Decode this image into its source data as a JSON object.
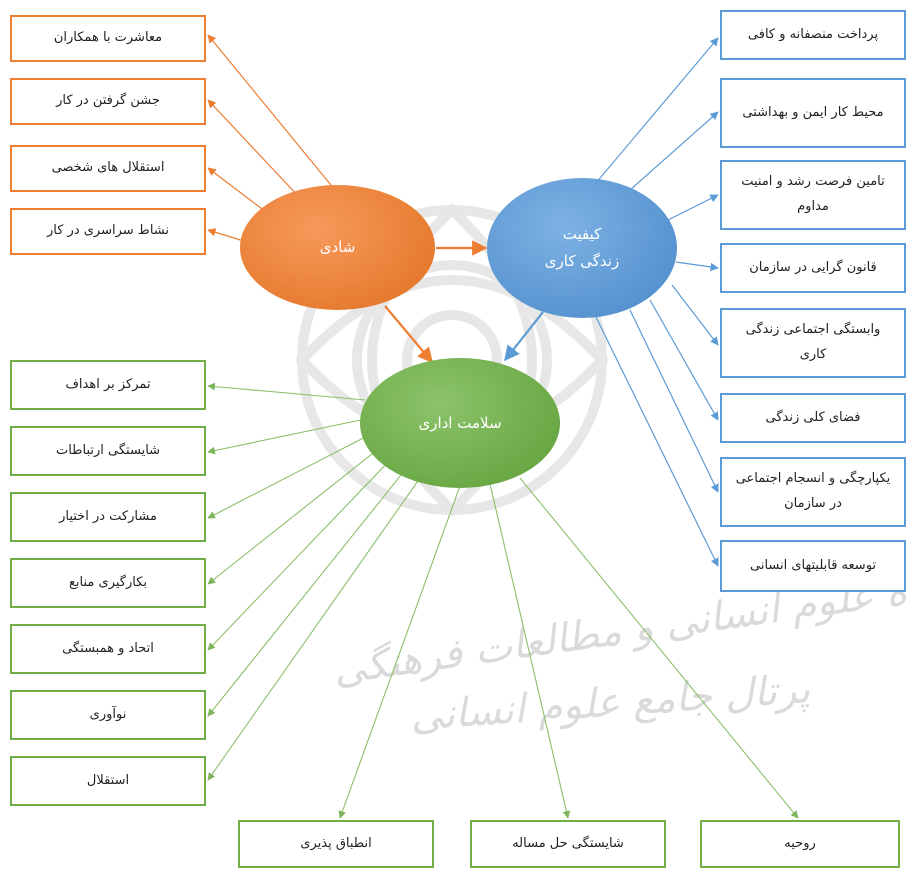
{
  "colors": {
    "joy": "#ED7D31",
    "qwl": "#5B9BD5",
    "health": "#70AD47",
    "joy_line": "#ED7D31",
    "qwl_line": "#5B9BD5",
    "health_line": "#8DBF6A"
  },
  "nodes": {
    "joy": "شادی",
    "qwl": "کیفیت\nزندگی کاری",
    "health": "سلامت اداری"
  },
  "joy_items": [
    "معاشرت با همکاران",
    "جشن گرفتن در کار",
    "استقلال های شخصی",
    "نشاط سراسری در کار"
  ],
  "qwl_items": [
    "پرداخت منصفانه و کافی",
    "محیط کار ایمن و بهداشتی",
    "تامین فرصت رشد و امنیت مداوم",
    "قانون گرایی در سازمان",
    "وابستگی اجتماعی زندگی کاری",
    "فضای کلی زندگی",
    "یکپارچگی و انسجام اجتماعی در سازمان",
    "توسعه قابلیتهای انسانی"
  ],
  "health_items_left": [
    "تمرکز بر اهداف",
    "شایستگی ارتباطات",
    "مشارکت در اختیار",
    "بکارگیری منابع",
    "اتحاد و همبستگی",
    "نوآوری",
    "استقلال"
  ],
  "health_items_bottom": [
    "انطباق پذیری",
    "شایستگی حل مساله",
    "روحیه"
  ],
  "watermark": {
    "line1": "پژوهشگاه علوم انسانی و مطالعات فرهنگی",
    "line2": "پرتال جامع علوم انسانی"
  }
}
